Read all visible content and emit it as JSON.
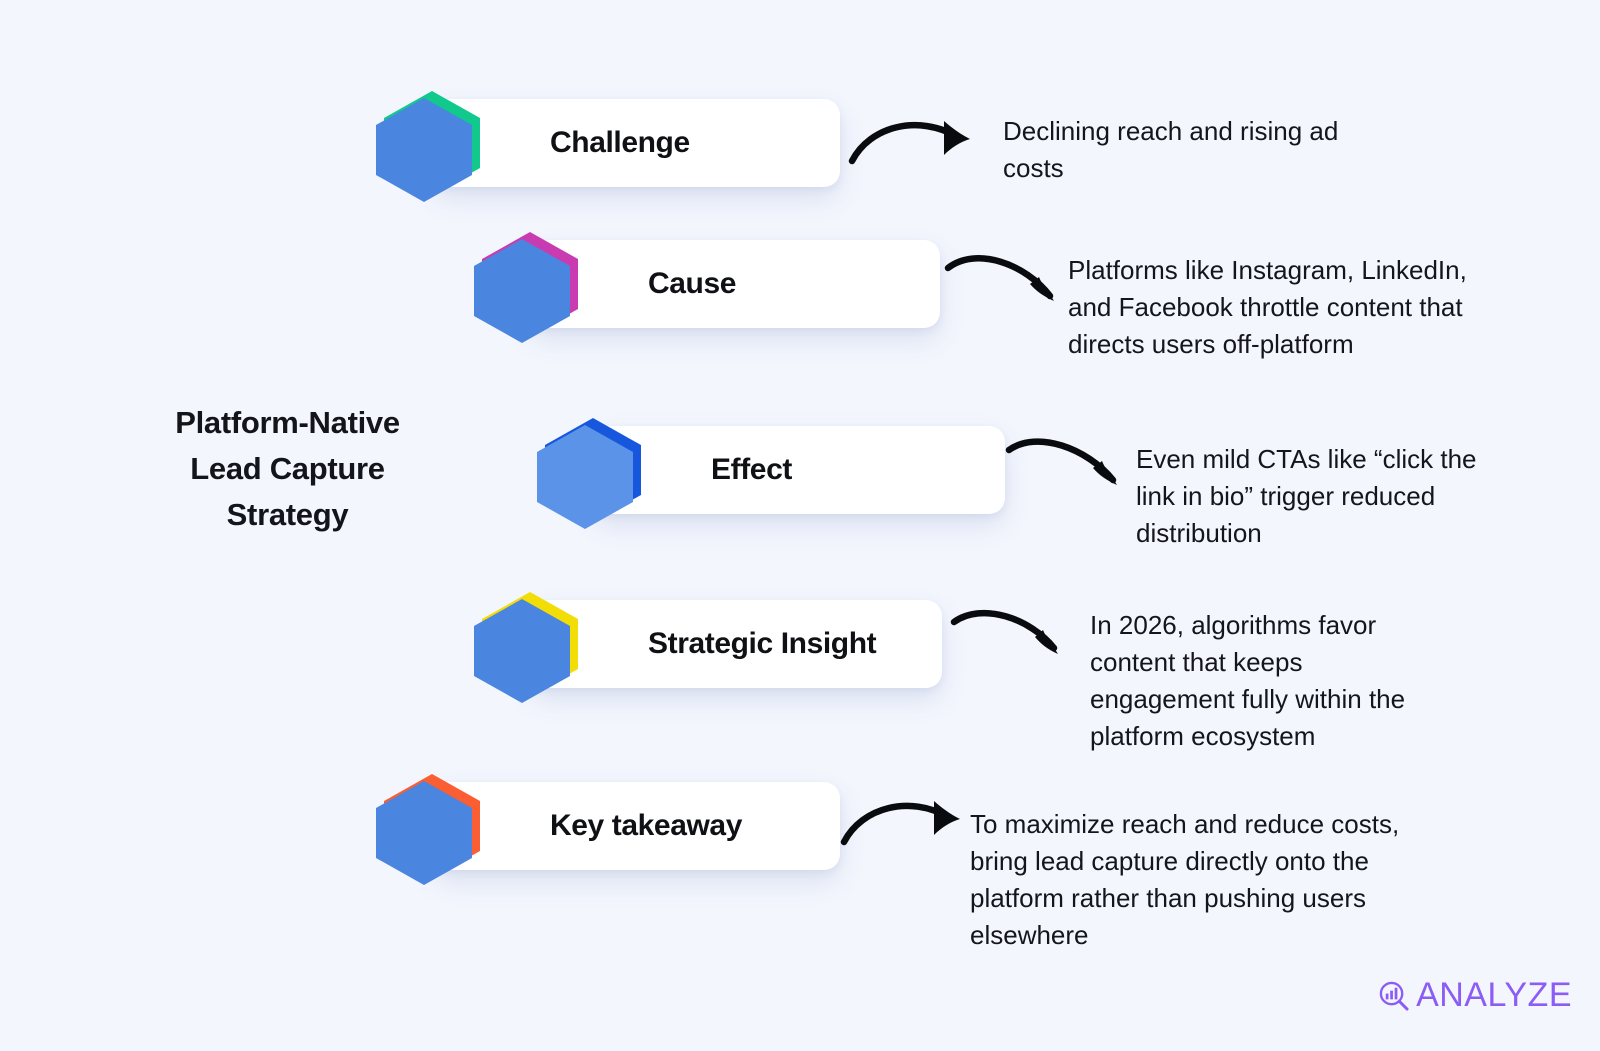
{
  "background_color": "#f3f6fd",
  "title": {
    "text": "Platform-Native Lead Capture Strategy",
    "line1": "Platform-Native",
    "line2": "Lead Capture",
    "line3": "Strategy"
  },
  "rows": [
    {
      "label": "Challenge",
      "icon": "target-arrow-icon",
      "hex_color": "#11c98c",
      "hex_shadow_color": "#4a85e0",
      "description": "Declining reach and rising ad costs",
      "arrow": "curved-arrow-icon"
    },
    {
      "label": "Cause",
      "icon": "document-search-icon",
      "hex_color": "#c93bb0",
      "hex_shadow_color": "#4a85e0",
      "description": "Platforms like Instagram, LinkedIn, and Facebook throttle content that directs users off-platform",
      "arrow": "curved-arrow-icon"
    },
    {
      "label": "Effect",
      "icon": "burst-impact-icon",
      "hex_color": "#1657dd",
      "hex_shadow_color": "#5a93e8",
      "description": "Even mild CTAs like “click the link in bio” trigger reduced distribution",
      "arrow": "curved-arrow-icon"
    },
    {
      "label": "Strategic Insight",
      "icon": "chart-target-bulb-icon",
      "hex_color": "#f2dd07",
      "hex_shadow_color": "#4a85e0",
      "description": "In 2026, algorithms favor content that keeps engagement fully within the platform ecosystem",
      "arrow": "curved-arrow-icon"
    },
    {
      "label": "Key takeaway",
      "icon": "key-lightbulb-icon",
      "hex_color": "#fa5e32",
      "hex_shadow_color": "#4a85e0",
      "description": "To maximize reach and reduce costs, bring lead capture directly onto the platform rather than pushing users elsewhere",
      "arrow": "curved-arrow-icon"
    }
  ],
  "logo": {
    "text": "ANALYZE",
    "icon": "magnifier-bar-chart-icon",
    "color": "#8b5cf6"
  }
}
